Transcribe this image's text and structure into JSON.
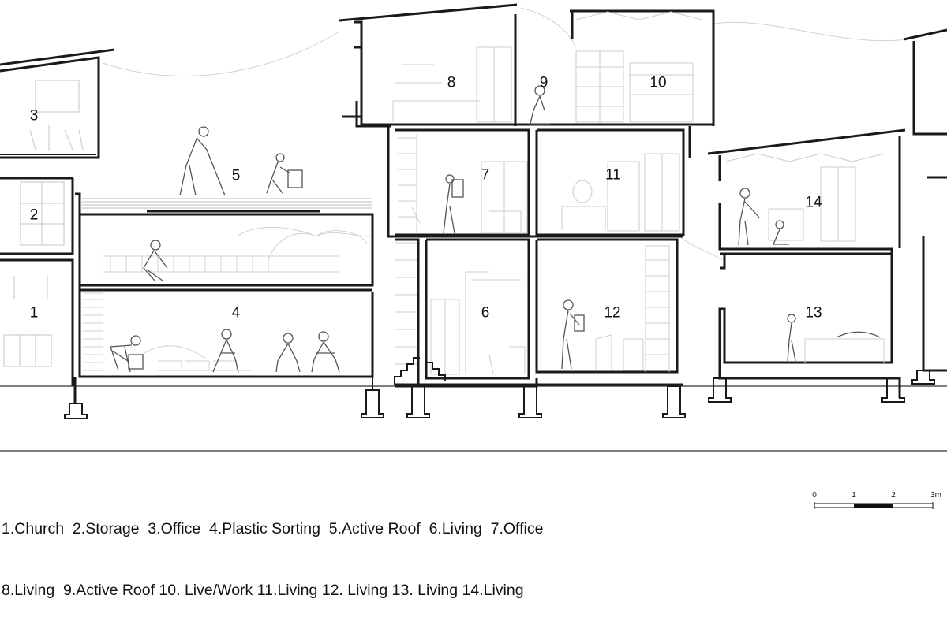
{
  "rooms": [
    {
      "num": "1"
    },
    {
      "num": "2"
    },
    {
      "num": "3"
    },
    {
      "num": "4"
    },
    {
      "num": "5"
    },
    {
      "num": "6"
    },
    {
      "num": "7"
    },
    {
      "num": "8"
    },
    {
      "num": "9"
    },
    {
      "num": "10"
    },
    {
      "num": "11"
    },
    {
      "num": "12"
    },
    {
      "num": "13"
    },
    {
      "num": "14"
    }
  ],
  "legend": {
    "line1": "1.Church  2.Storage  3.Office  4.Plastic Sorting  5.Active Roof  6.Living  7.Office",
    "line2": "8.Living  9.Active Roof 10. Live/Work 11.Living 12. Living 13. Living 14.Living"
  },
  "scale": {
    "tick0": "0",
    "tick1": "1",
    "tick2": "2",
    "tick3": "3m"
  },
  "colors": {
    "line": "#1a1a1a",
    "faint": "#cfcfcf",
    "ground_line": "#333333"
  }
}
